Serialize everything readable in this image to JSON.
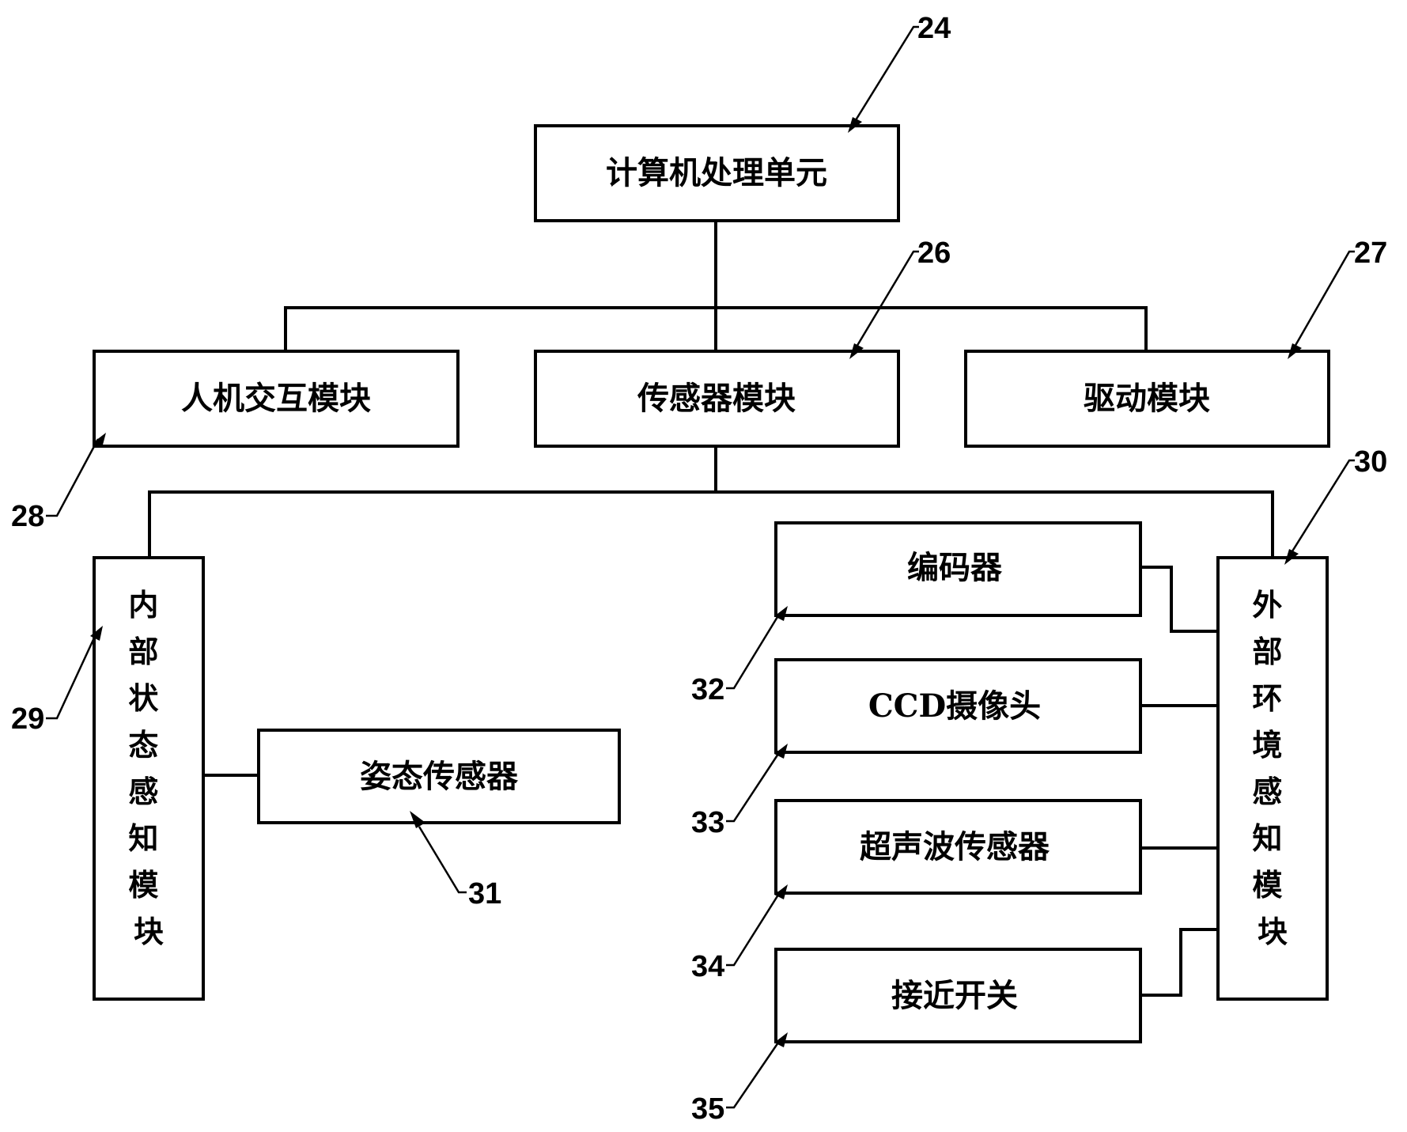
{
  "diagram": {
    "title": "",
    "nodes": {
      "computer_unit": {
        "label": "计算机处理单元",
        "ref": "24"
      },
      "hmi_module": {
        "label": "人机交互模块",
        "ref": "28"
      },
      "sensor_module": {
        "label": "传感器模块",
        "ref": "26"
      },
      "drive_module": {
        "label": "驱动模块",
        "ref": "27"
      },
      "internal_state_module": {
        "label": "内部状态感知模块",
        "ref": "29"
      },
      "attitude_sensor": {
        "label": "姿态传感器",
        "ref": "31"
      },
      "external_env_module": {
        "label": "外部环境感知模块",
        "ref": "30"
      },
      "encoder": {
        "label": "编码器",
        "ref": "32"
      },
      "ccd_camera": {
        "label": "CCD摄像头",
        "ref": "33"
      },
      "ultrasonic_sensor": {
        "label": "超声波传感器",
        "ref": "34"
      },
      "proximity_switch": {
        "label": "接近开关",
        "ref": "35"
      }
    },
    "edges": [
      [
        "computer_unit",
        "hmi_module"
      ],
      [
        "computer_unit",
        "sensor_module"
      ],
      [
        "computer_unit",
        "drive_module"
      ],
      [
        "sensor_module",
        "internal_state_module"
      ],
      [
        "sensor_module",
        "external_env_module"
      ],
      [
        "internal_state_module",
        "attitude_sensor"
      ],
      [
        "external_env_module",
        "encoder"
      ],
      [
        "external_env_module",
        "ccd_camera"
      ],
      [
        "external_env_module",
        "ultrasonic_sensor"
      ],
      [
        "external_env_module",
        "proximity_switch"
      ]
    ]
  }
}
